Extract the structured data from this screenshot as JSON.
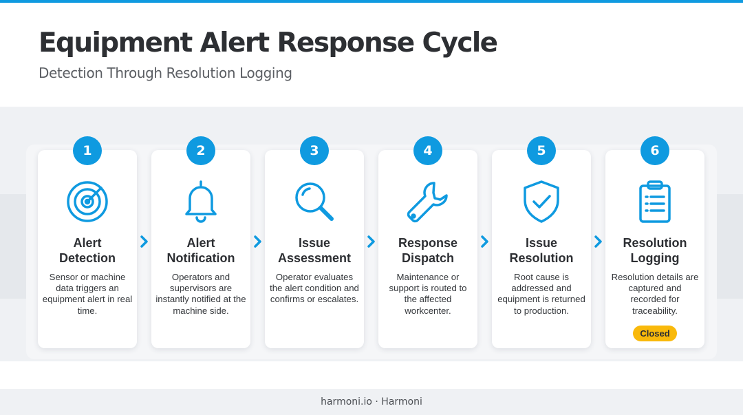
{
  "header": {
    "title": "Equipment Alert Response Cycle",
    "subtitle": "Detection Through Resolution Logging"
  },
  "colors": {
    "accent": "#0f9ae0",
    "badge": "#f9b90b",
    "text_dark": "#2d2f33"
  },
  "steps": [
    {
      "number": "1",
      "title_line1": "Alert",
      "title_line2": "Detection",
      "description": "Sensor or machine data triggers an equipment alert in real time.",
      "icon": "radar-target-icon"
    },
    {
      "number": "2",
      "title_line1": "Alert",
      "title_line2": "Notification",
      "description": "Operators and supervisors are instantly notified at the machine side.",
      "icon": "bell-icon"
    },
    {
      "number": "3",
      "title_line1": "Issue",
      "title_line2": "Assessment",
      "description": "Operator evaluates the alert condition and confirms or escalates.",
      "icon": "magnifier-icon"
    },
    {
      "number": "4",
      "title_line1": "Response",
      "title_line2": "Dispatch",
      "description": "Maintenance or support is routed to the affected workcenter.",
      "icon": "wrench-icon"
    },
    {
      "number": "5",
      "title_line1": "Issue",
      "title_line2": "Resolution",
      "description": "Root cause is addressed and equipment is returned to production.",
      "icon": "shield-check-icon"
    },
    {
      "number": "6",
      "title_line1": "Resolution",
      "title_line2": "Logging",
      "description": "Resolution details are captured and recorded for traceability.",
      "icon": "clipboard-list-icon",
      "badge": "Closed"
    }
  ],
  "footer": {
    "text": "harmoni.io · Harmoni"
  }
}
